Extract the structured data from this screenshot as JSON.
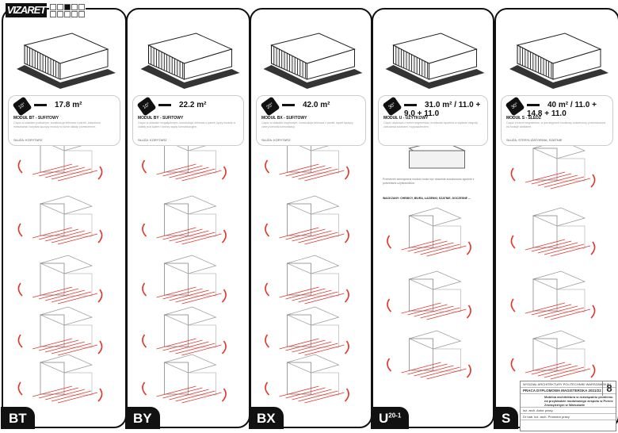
{
  "brand": {
    "logo": "VIZARET"
  },
  "modules": [
    {
      "tab": "BT",
      "tab_sup": "",
      "badge": "10°",
      "area": "17.8 m²",
      "title": "MODUŁ BT - SUFITOWY",
      "description": "Część w układzie podłużnym, konstrukcja żebrowa z paneli, zabudowa mieszkalna i korytarz łączący moduły w różne układy przestrzenne.",
      "use": "SŁUŻA: KORYTARZ"
    },
    {
      "tab": "BY",
      "tab_sup": "",
      "badge": "10°",
      "area": "22.2 m²",
      "title": "MODUŁ BY - SUFITOWY",
      "description": "Część w układzie rozgałęzionym, konstrukcja żebrowa z paneli, łączy moduły w układy pod kątem i tworzy węzły komunikacyjne.",
      "use": "SŁUŻA: KORYTARZ"
    },
    {
      "tab": "BX",
      "tab_sup": "",
      "badge": "20°",
      "area": "42.0 m²",
      "title": "MODUŁ BX - SUFITOWY",
      "description": "Część w układzie krzyżowym, konstrukcja żebrowa z paneli, węzeł łączący cztery kierunki komunikacji.",
      "use": "SŁUŻA: KORYTARZ"
    },
    {
      "tab": "U",
      "tab_sup": "20-1",
      "badge": "30°",
      "area": "31.0 m² / 11.0 + 9.0 + 11.0",
      "title": "MODUŁ U - UŻYTKOWY",
      "description": "Część użytkowa z trzech segmentów, możliwość łączenia w większe zespoły, zabudowa ścianami i wyposażeniem.",
      "use": "",
      "note": "Przestrzeń wewnętrzna modułu może być dowolnie aranżowana zgodnie z potrzebami użytkowników.",
      "note2": "WACKZANY: CHEMICY, BIURA, ŁAZIENKI, SZATNIE, DOCZESNE ..."
    },
    {
      "tab": "S",
      "tab_sup": "",
      "badge": "30°",
      "area": "40 m² / 11.0 + 14.8 + 11.0",
      "title": "MODUŁ S - ŚLEDŹ",
      "description": "Część z trzech segmentów, w tym segment środkowy poszerzony, przeznaczona na funkcje sanitarne.",
      "use": "SŁUŻA: STERYLIZATORNIA, SZATNIE"
    }
  ],
  "title_block": {
    "school": "WYDZIAŁ ARCHITEKTURY POLITECHNIKI WARSZAWSKIEJ",
    "kind": "PRACA DYPLOMOWA MAGISTERSKA",
    "year": "2021/22",
    "sheet": "8",
    "topic": "Mobilna architektura w rozwiązaniu problemu na przykładzie modułowego zespołu w Porcie Zewnętrznym w Warszawie",
    "author": "inż. arch. Autor pracy",
    "supervisor": "Dr hab. inż. arch. Promotor pracy"
  },
  "colors": {
    "accent": "#e0352b",
    "ink": "#111111"
  }
}
